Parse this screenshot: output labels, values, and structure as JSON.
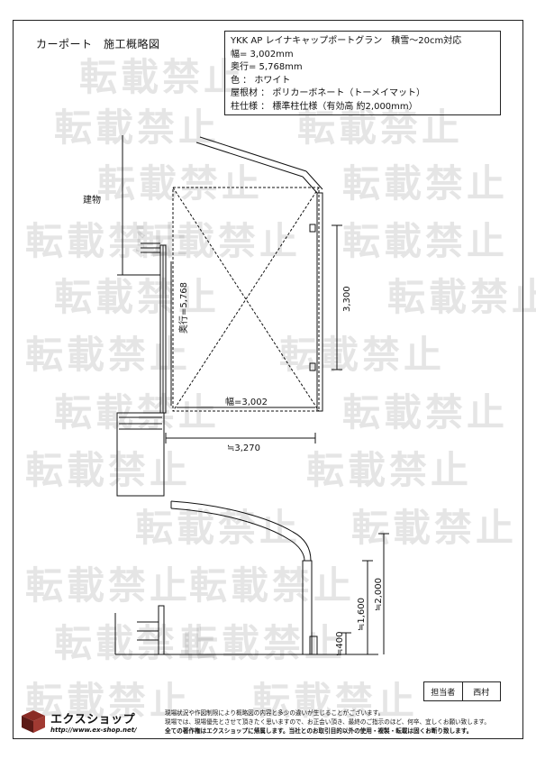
{
  "drawing": {
    "title": "カーポート　施工概略図",
    "building_label": "建物"
  },
  "spec": {
    "product": "YKK AP レイナキャップポートグラン　積雪～20cm対応",
    "width": "幅= 3,002mm",
    "depth": "奥行= 5,768mm",
    "color": "色 ： ホワイト",
    "roof": "屋根材 ： ポリカーボネート（トーメイマット）",
    "post": "柱仕様 ： 標準柱仕様（有効高 約2,000mm）"
  },
  "dimensions": {
    "depth_label": "奥行=5,768",
    "width_label": "幅=3,002",
    "post_span_label": "3,300",
    "overall_width_label": "≒3,270",
    "height_1600_label": "≒1,600",
    "height_2000_label": "≒2,000",
    "height_400_label": "≒400"
  },
  "staff": {
    "label": "担当者",
    "name": "西村"
  },
  "logo": {
    "name": "エクスショップ",
    "url": "http://www.ex-shop.net/"
  },
  "notice": {
    "line1": "現場状況や作図制限により概略図の内容と多少の違いが生じることがございます。",
    "line2": "現場では、現場優先とさせて頂きたく思いますので、お正会い頂き、最終のご指示のほど、何卒、宜しくお願い致します。",
    "line3": "全ての著作権はエクスショップに帰属します。当社とのお取引目的以外の使用・複製・転載は固くお断り致します。"
  },
  "watermark": {
    "text": "転載禁止"
  }
}
